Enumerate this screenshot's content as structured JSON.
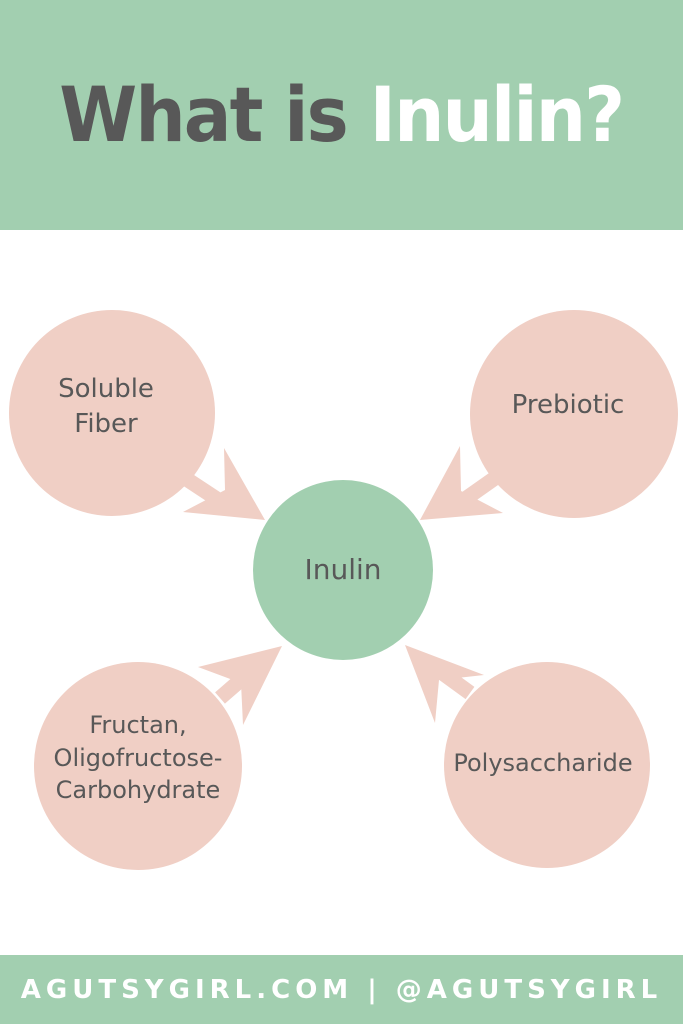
{
  "header": {
    "title_part1": "What is ",
    "title_part2": "Inulin?"
  },
  "diagram": {
    "center": "Inulin",
    "nodes": [
      {
        "id": "soluble-fiber",
        "label": "Soluble\nFiber"
      },
      {
        "id": "prebiotic",
        "label": "Prebiotic"
      },
      {
        "id": "fructan",
        "label": "Fructan,\nOligofructose-\nCarbohydrate"
      },
      {
        "id": "polysaccharide",
        "label": "Polysaccharide"
      }
    ]
  },
  "footer": {
    "text": "AGUTSYGIRL.COM | @AGUTSYGIRL"
  },
  "colors": {
    "header_bg": "#a2cfb0",
    "title_dark": "#585858",
    "title_light": "#ffffff",
    "outer_circle": "#f0cfc5",
    "center_circle": "#a2cfb0",
    "arrow": "#f0cfc5",
    "text": "#585858"
  }
}
